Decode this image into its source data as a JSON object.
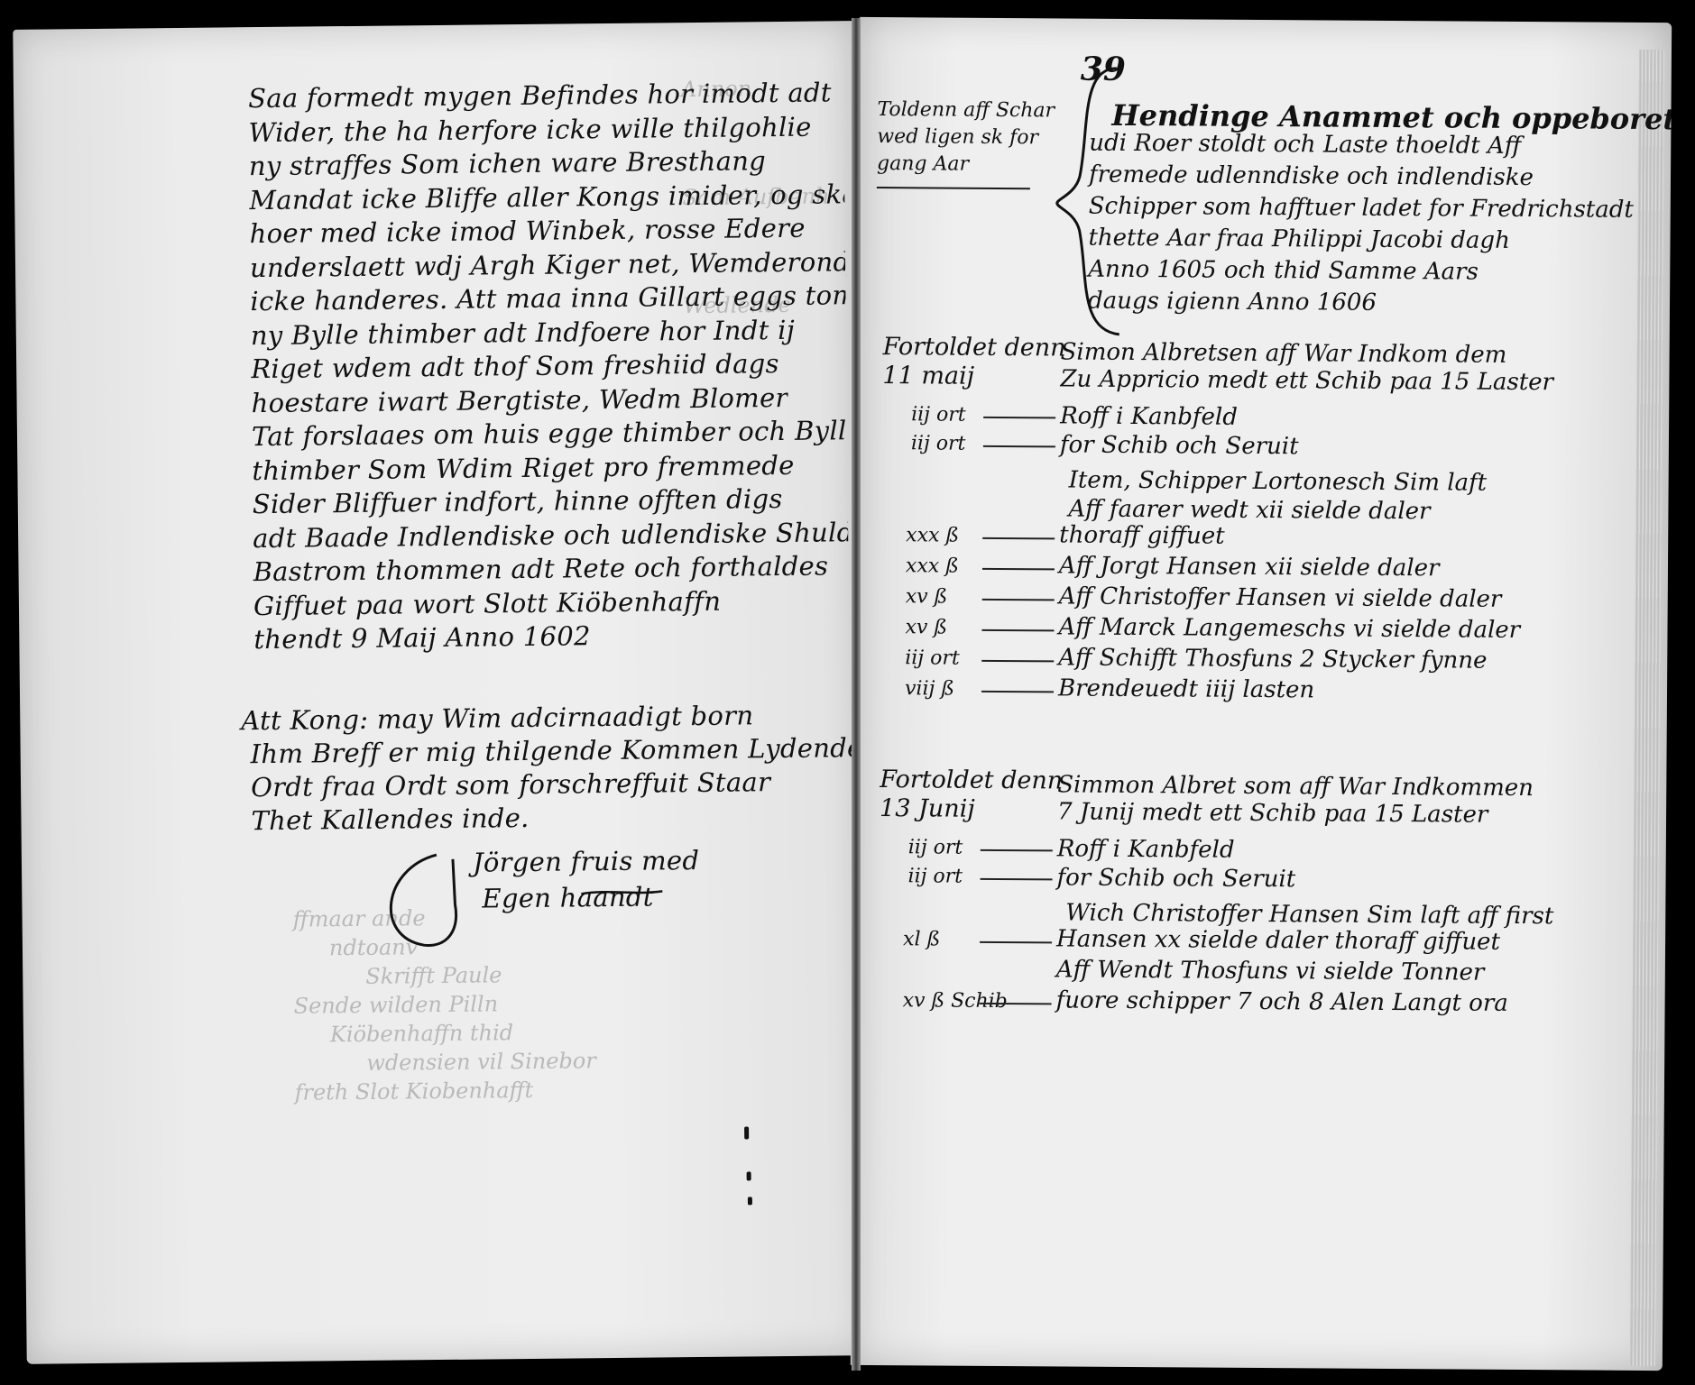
{
  "left_page": {
    "letter_lines": [
      "Saa formedt mygen Befindes hor imodt adt",
      "Wider, the ha herfore icke wille thilgohlie",
      "ny straffes Som ichen ware Bresthang",
      "Mandat icke Bliffe aller Kongs imider, og skal",
      "hoer med icke imod Winbek, rosse Edere",
      "underslaett wdj Argh Kiger net, Wemderondj",
      "icke handeres. Att maa inna Gillart eggs tomb",
      "ny Bylle thimber adt Indfoere hor Indt ij",
      "Riget wdem adt thof Som freshiid dags",
      "hoestare iwart Bergtiste, Wedm Blomer",
      "Tat forslaaes om huis egge thimber och Bylle",
      "thimber Som Wdim Riget pro fremmede",
      "Sider Bliffuer indfort, hinne offten digs",
      "adt Baade Indlendiske och udlendiske Shuld",
      "Bastrom thommen adt Rete och forthaldes",
      "Giffuet paa wort Slott Kiöbenhaffn",
      "thendt 9 Maij Anno 1602"
    ],
    "attest_lines": [
      "Att Kong: may Wim adcirnaadigt born",
      "Ihm Breff er mig thilgende Kommen Lydende",
      "Ordt fraa Ordt som forschreffuit Staar",
      "Thet Kallendes inde."
    ],
    "signature_lines": [
      "Jörgen fruis med",
      "Egen haandt"
    ],
    "bleed_through_lines": [
      "Annon",
      "Sam Aufbenh",
      "Wedlende",
      "ffmaar ande",
      "ndtoanv",
      "Skrifft Paule",
      "Sende wilden Pilln",
      "Kiöbenhaffn thid",
      "wdensien vil Sinebor",
      "freth Slot Kiobenhafft"
    ]
  },
  "right_page": {
    "folio_number": "39",
    "margin_note_lines": [
      "Toldenn aff Schar",
      "wed ligen sk for",
      "gang Aar"
    ],
    "heading_lines": [
      "Hendinge Anammet och oppeborett",
      "udi Roer stoldt och Laste thoeldt Aff",
      "fremede udlenndiske och indlendiske",
      "Schipper som hafftuer ladet for Fredrichstadt",
      "thette Aar fraa Philippi Jacobi dagh",
      "Anno 1605 och thid Samme Aars",
      "daugs igienn Anno 1606"
    ],
    "entries": [
      {
        "date_lines": [
          "Fortoldet denn",
          "11 maij"
        ],
        "skipper_lines": [
          "Simon Albretsen aff War Indkom dem",
          "Zu Appricio medt ett Schib paa 15 Laster"
        ],
        "items": [
          {
            "amount": "iij ort",
            "text": "Roff i Kanbfeld"
          },
          {
            "amount": "iij ort",
            "text": "for Schib och Seruit"
          }
        ],
        "sub_header_lines": [
          "Item, Schipper Lortonesch Sim laft",
          "Aff faarer wedt xii sielde daler"
        ],
        "sub_items": [
          {
            "amount": "xxx ß",
            "text": "thoraff giffuet"
          },
          {
            "amount": "xxx ß",
            "text": "Aff Jorgt Hansen xii sielde daler"
          },
          {
            "amount": "xv ß",
            "text": "Aff Christoffer Hansen vi sielde daler"
          },
          {
            "amount": "xv ß",
            "text": "Aff Marck Langemeschs vi sielde daler"
          },
          {
            "amount": "iij ort",
            "text": "Aff Schifft Thosfuns 2 Stycker fynne"
          },
          {
            "amount": "viij ß",
            "text": "Brendeuedt iiij lasten"
          }
        ]
      },
      {
        "date_lines": [
          "Fortoldet denn",
          "13 Junij"
        ],
        "skipper_lines": [
          "Simmon Albret som aff War Indkommen",
          "7 Junij medt ett Schib paa 15 Laster"
        ],
        "items": [
          {
            "amount": "iij ort",
            "text": "Roff i Kanbfeld"
          },
          {
            "amount": "iij ort",
            "text": "for Schib och Seruit"
          }
        ],
        "sub_header_lines": [
          "Wich Christoffer Hansen Sim laft aff first"
        ],
        "sub_items": [
          {
            "amount": "xl ß",
            "text": "Hansen xx sielde daler thoraff giffuet"
          },
          {
            "amount": "",
            "text": "Aff Wendt Thosfuns vi sielde Tonner"
          },
          {
            "amount": "xv ß Schib",
            "text": "fuore schipper 7 och 8 Alen Langt ora"
          }
        ]
      }
    ]
  }
}
